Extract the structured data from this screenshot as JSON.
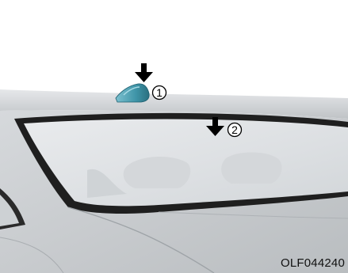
{
  "figure": {
    "code": "OLF044240",
    "callouts": [
      {
        "label": "1",
        "target": "shark-fin-antenna"
      },
      {
        "label": "2",
        "target": "rear-window-glass"
      }
    ],
    "icons": [
      "down-arrow-icon",
      "down-arrow-icon"
    ],
    "colors": {
      "background": "#ffffff",
      "antenna": "#3f95a8",
      "body_gray": "#c9cccf",
      "glass": "#e2e5e7",
      "outline": "#1f1f1f"
    }
  }
}
